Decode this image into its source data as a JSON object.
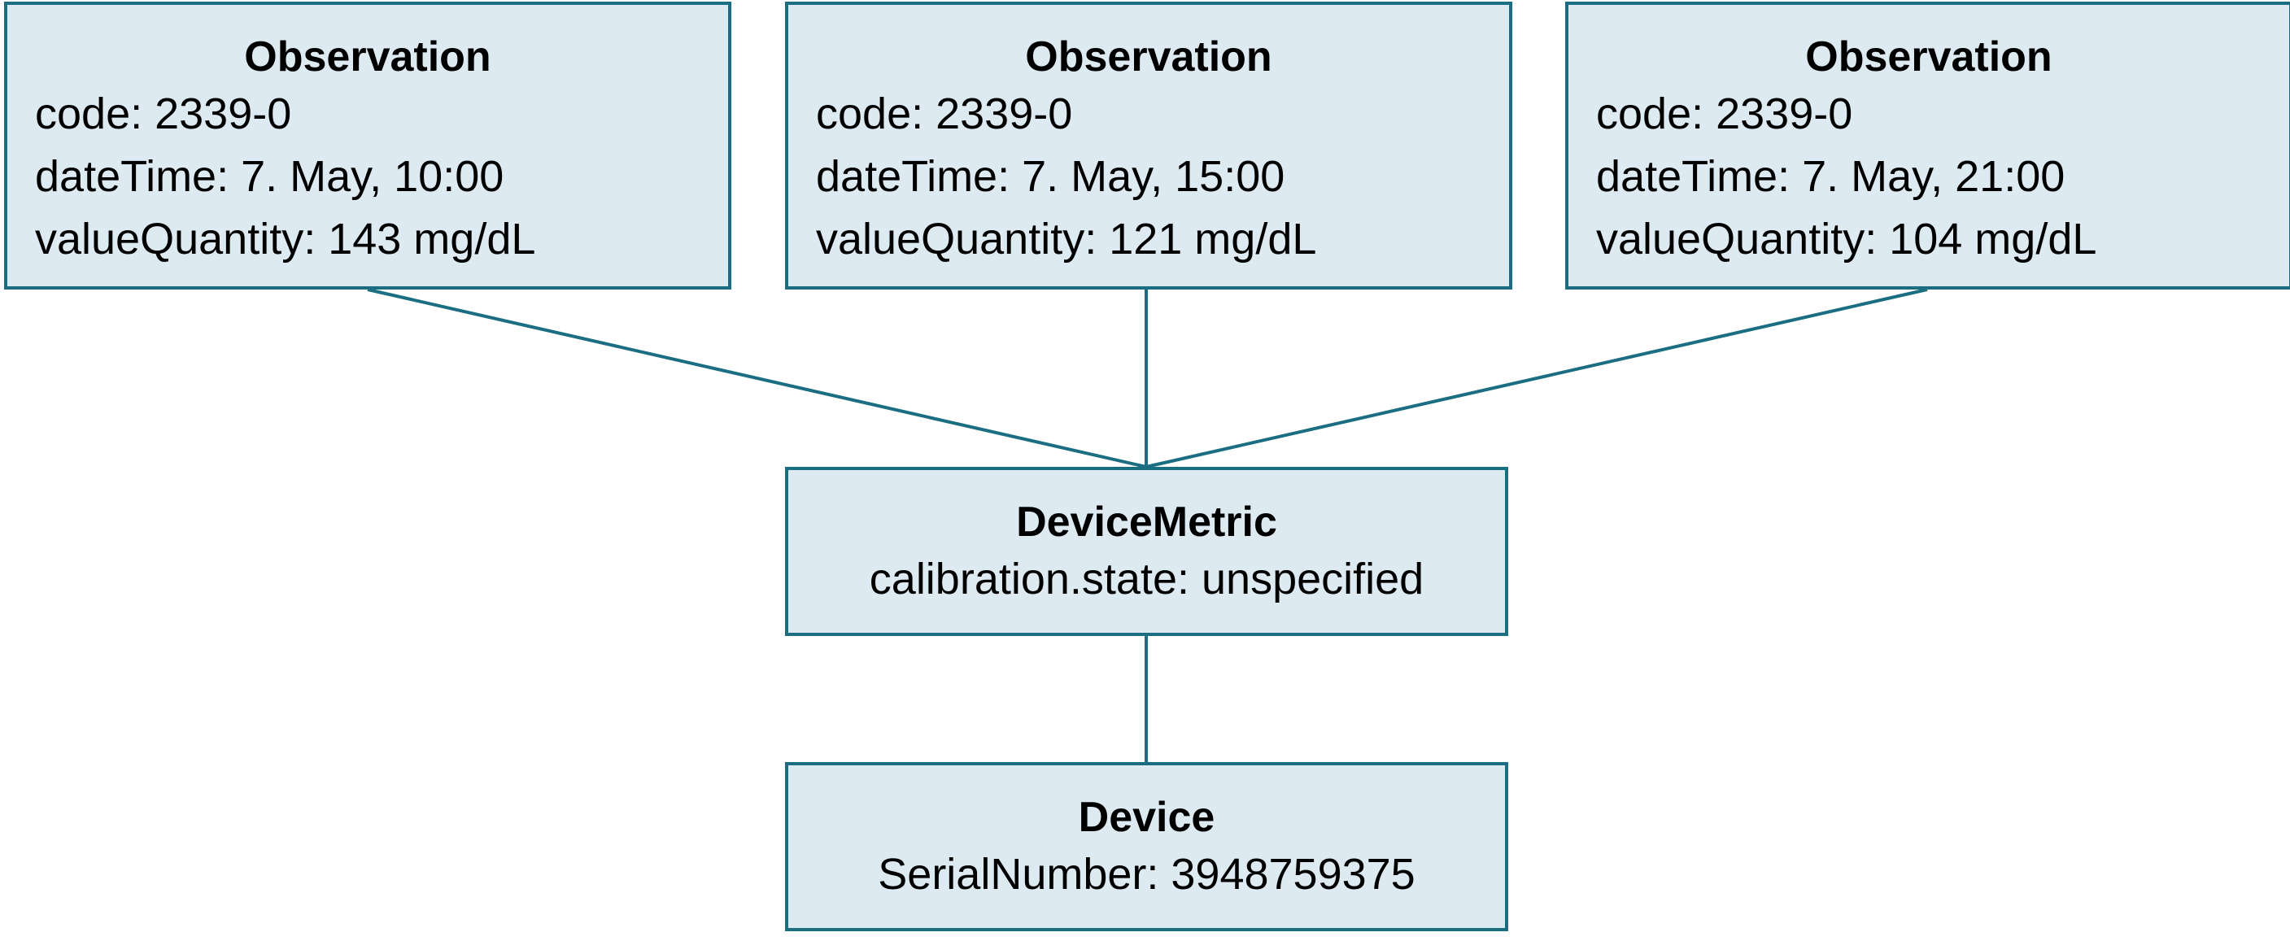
{
  "colors": {
    "box_fill": "#deeaf1",
    "box_border": "#1b6e82",
    "connector": "#1b6e82",
    "text": "#000000"
  },
  "observations": [
    {
      "title": "Observation",
      "code": "code: 2339-0",
      "dateTime": "dateTime: 7. May, 10:00",
      "valueQuantity": "valueQuantity: 143 mg/dL"
    },
    {
      "title": "Observation",
      "code": "code: 2339-0",
      "dateTime": "dateTime: 7. May, 15:00",
      "valueQuantity": "valueQuantity: 121 mg/dL"
    },
    {
      "title": "Observation",
      "code": "code: 2339-0",
      "dateTime": "dateTime: 7. May, 21:00",
      "valueQuantity": "valueQuantity: 104 mg/dL"
    }
  ],
  "device_metric": {
    "title": "DeviceMetric",
    "calibration": "calibration.state: unspecified"
  },
  "device": {
    "title": "Device",
    "serial": "SerialNumber: 3948759375"
  }
}
